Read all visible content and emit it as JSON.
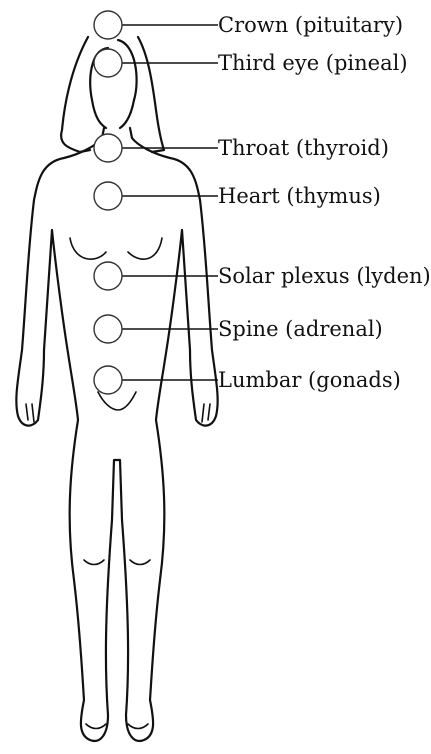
{
  "chakras": [
    {
      "label": "Crown (pituitary)"
    },
    {
      "label": "Third eye (pineal)"
    },
    {
      "label": "Throat (thyroid)"
    },
    {
      "label": "Heart (thymus)"
    },
    {
      "label": "Solar plexus (lyden)"
    },
    {
      "label": "Spine (adrenal)"
    },
    {
      "label": "Lumbar (gonads)"
    }
  ],
  "colors": {
    "line": "#111111",
    "circle_stroke": "#333333",
    "background": "#ffffff"
  }
}
